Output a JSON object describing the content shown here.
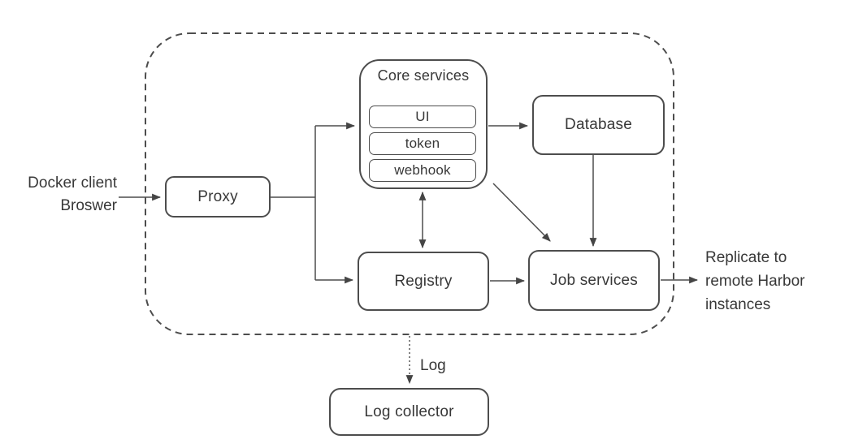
{
  "nodes": {
    "proxy": {
      "label": "Proxy"
    },
    "core_services": {
      "label": "Core services",
      "children": [
        {
          "label": "UI"
        },
        {
          "label": "token"
        },
        {
          "label": "webhook"
        }
      ]
    },
    "database": {
      "label": "Database"
    },
    "registry": {
      "label": "Registry"
    },
    "job_services": {
      "label": "Job services"
    },
    "log_collector": {
      "label": "Log collector"
    }
  },
  "external_labels": {
    "docker_client": {
      "line1": "Docker client",
      "line2": "Broswer"
    },
    "replicate": {
      "line1": "Replicate to",
      "line2": "remote Harbor",
      "line3": "instances"
    },
    "log_edge": {
      "label": "Log"
    }
  },
  "edges": [
    {
      "from": "Docker client / Broswer",
      "to": "Proxy",
      "style": "solid-arrow"
    },
    {
      "from": "Proxy",
      "to": "Core services",
      "style": "solid-arrow"
    },
    {
      "from": "Proxy",
      "to": "Registry",
      "style": "solid-arrow"
    },
    {
      "from": "Core services",
      "to": "Database",
      "style": "solid-arrow"
    },
    {
      "from": "Core services",
      "to": "Registry",
      "style": "solid-arrow-bidirectional"
    },
    {
      "from": "Core services",
      "to": "Job services",
      "style": "solid-arrow-diagonal"
    },
    {
      "from": "Database",
      "to": "Job services",
      "style": "solid-arrow"
    },
    {
      "from": "Registry",
      "to": "Job services",
      "style": "solid-arrow"
    },
    {
      "from": "Job services",
      "to": "Replicate to remote Harbor instances",
      "style": "solid-arrow"
    },
    {
      "from": "system boundary",
      "to": "Log collector",
      "label": "Log",
      "style": "dotted-arrow"
    }
  ],
  "colors": {
    "line": "#4d4d4d",
    "text": "#383838",
    "background": "#ffffff"
  }
}
